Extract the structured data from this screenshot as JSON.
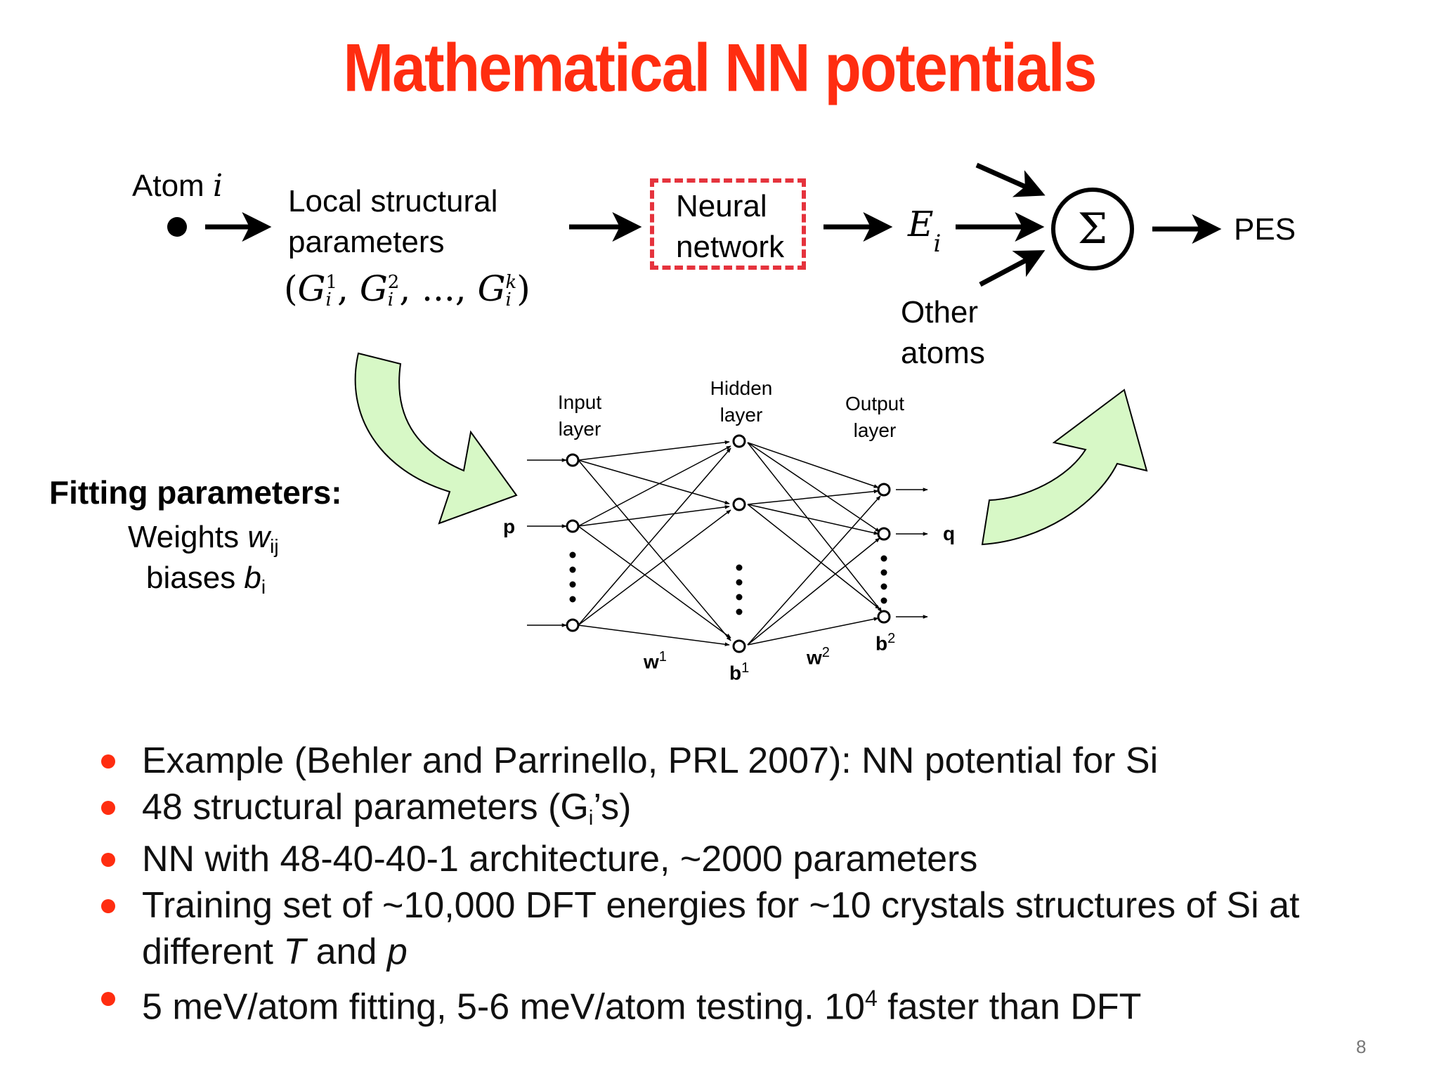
{
  "title": "Mathematical NN potentials",
  "colors": {
    "title": "#ff2d10",
    "bullet": "#ff2d10",
    "dashed_box": "#e5333d",
    "curved_arrow_fill": "#d7f8c6"
  },
  "flow": {
    "atom_label": "Atom",
    "atom_index": "i",
    "local_line1": "Local structural",
    "local_line2": "parameters",
    "params_open": "(",
    "params_G1": "G",
    "params_sup1": "1",
    "params_sub1": "i",
    "params_comma1": ", ",
    "params_G2": "G",
    "params_sup2": "2",
    "params_sub2": "i",
    "params_dots": ", ..., ",
    "params_Gk": "G",
    "params_supk": "k",
    "params_subk": "i",
    "params_close": ")",
    "nn_line1": "Neural",
    "nn_line2": "network",
    "energy_symbol": "E",
    "energy_sub": "i",
    "sum_symbol": "Σ",
    "pes_label": "PES",
    "other_line1": "Other",
    "other_line2": "atoms"
  },
  "fitting": {
    "heading": "Fitting parameters:",
    "weights_text": "Weights ",
    "weights_sym": "w",
    "weights_sub": "ij",
    "biases_text": "biases ",
    "biases_sym": "b",
    "biases_sub": "i"
  },
  "network": {
    "input_line1": "Input",
    "input_line2": "layer",
    "hidden_line1": "Hidden",
    "hidden_line2": "layer",
    "output_line1": "Output",
    "output_line2": "layer",
    "p_label": "p",
    "q_label": "q",
    "w1_label": "w",
    "w1_sup": "1",
    "b1_label": "b",
    "b1_sup": "1",
    "w2_label": "w",
    "w2_sup": "2",
    "b2_label": "b",
    "b2_sup": "2"
  },
  "bullets": [
    {
      "text": "Example (Behler and Parrinello, PRL 2007): NN potential for Si"
    },
    {
      "pre": "48 structural parameters (G",
      "sub": "i",
      "post": "’s)"
    },
    {
      "text": "NN with 48-40-40-1 architecture, ~2000 parameters"
    },
    {
      "pre": "Training set of ~10,000 DFT energies for ~10 crystals structures of Si at different ",
      "t": "T",
      "mid": " and ",
      "p": "p"
    },
    {
      "pre": "5 meV/atom fitting, 5-6 meV/atom testing. 10",
      "sup": "4",
      "post": " faster than DFT"
    }
  ],
  "page_number": "8"
}
